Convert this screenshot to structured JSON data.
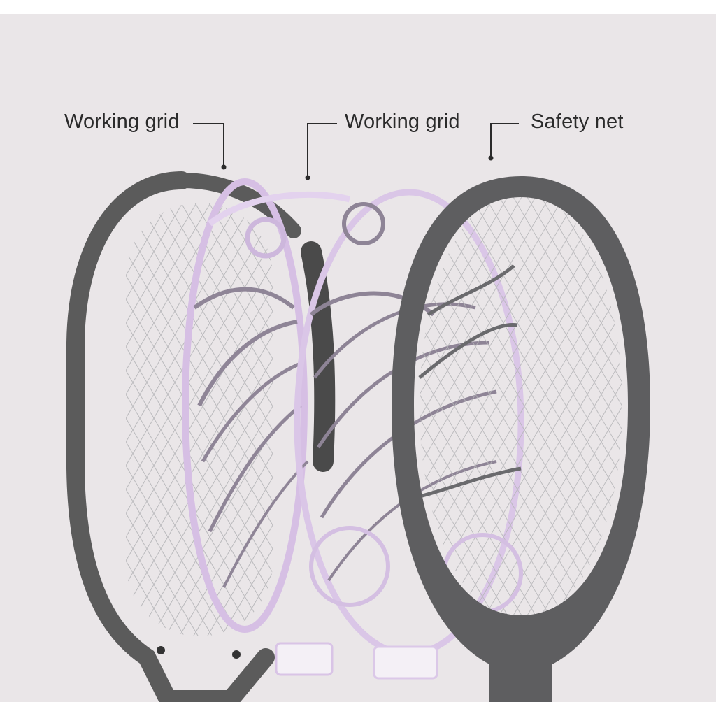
{
  "labels": {
    "left": "Working grid",
    "middle": "Working grid",
    "right": "Safety net"
  },
  "colors": {
    "background": "#eae6e8",
    "frame_dark": "#5b5b5b",
    "frame_purple": "#d9c4e6",
    "mesh": "#b9b9bb",
    "text": "#2b2b2b"
  }
}
